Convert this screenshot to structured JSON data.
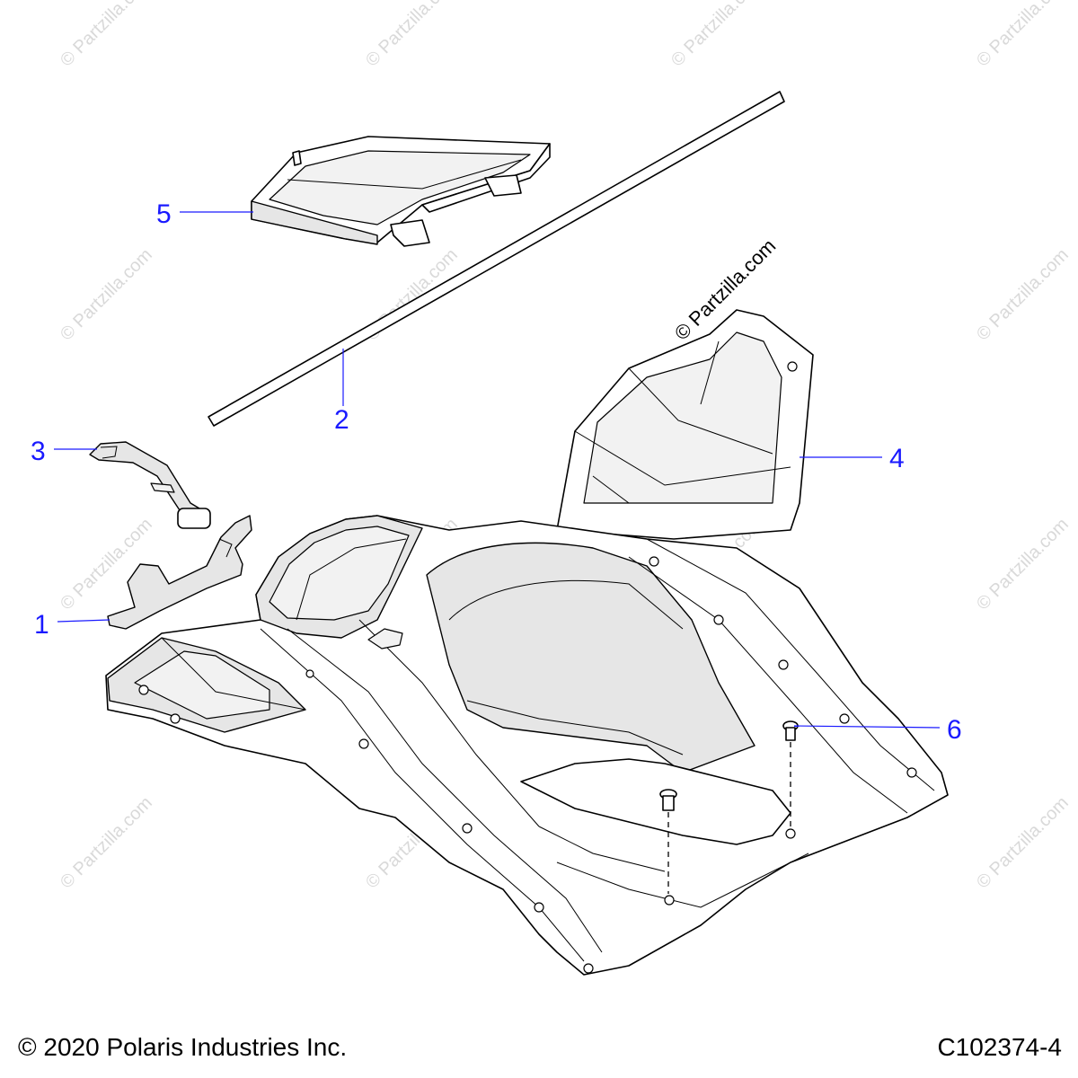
{
  "callouts": [
    {
      "id": "1",
      "label": "1"
    },
    {
      "id": "2",
      "label": "2"
    },
    {
      "id": "3",
      "label": "3"
    },
    {
      "id": "4",
      "label": "4"
    },
    {
      "id": "5",
      "label": "5"
    },
    {
      "id": "6",
      "label": "6"
    }
  ],
  "footer": {
    "copyright": "© 2020 Polaris Industries Inc.",
    "diagram_code": "C102374-4"
  },
  "watermark": {
    "text": "© Partzilla.com"
  },
  "colors": {
    "callout": "#1a1aff",
    "line": "#000000",
    "shade": "#e6e6e6",
    "watermark": "#d9d9d9"
  }
}
